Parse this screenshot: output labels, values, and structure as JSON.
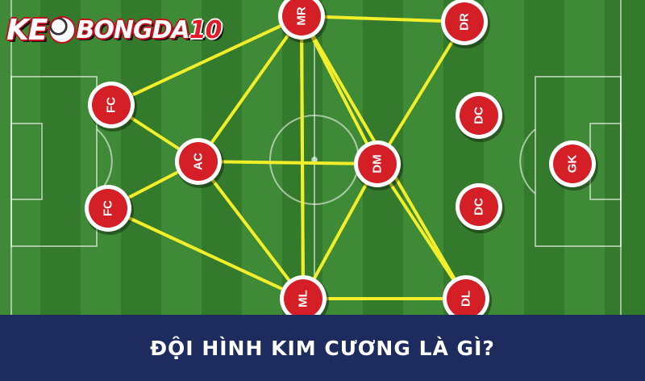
{
  "brand": {
    "part1": "KE",
    "part2": "BONGDA",
    "part3": "10"
  },
  "title": "ĐỘI HÌNH KIM CƯƠNG LÀ GÌ?",
  "players": [
    {
      "id": "FC1",
      "label": "FC"
    },
    {
      "id": "FC2",
      "label": "FC"
    },
    {
      "id": "AC",
      "label": "AC"
    },
    {
      "id": "MR",
      "label": "MR"
    },
    {
      "id": "ML",
      "label": "ML"
    },
    {
      "id": "DM",
      "label": "DM"
    },
    {
      "id": "DR",
      "label": "DR"
    },
    {
      "id": "DC1",
      "label": "DC"
    },
    {
      "id": "DC2",
      "label": "DC"
    },
    {
      "id": "DL",
      "label": "DL"
    },
    {
      "id": "GK",
      "label": "GK"
    }
  ],
  "links": [
    [
      "FC1",
      "MR"
    ],
    [
      "FC1",
      "AC"
    ],
    [
      "FC2",
      "AC"
    ],
    [
      "FC2",
      "ML"
    ],
    [
      "AC",
      "MR"
    ],
    [
      "AC",
      "ML"
    ],
    [
      "AC",
      "DM"
    ],
    [
      "MR",
      "ML"
    ],
    [
      "MR",
      "DM"
    ],
    [
      "MR",
      "DR"
    ],
    [
      "MR",
      "DL"
    ],
    [
      "ML",
      "DM"
    ],
    [
      "ML",
      "DL"
    ],
    [
      "ML",
      "MR"
    ],
    [
      "DM",
      "DR"
    ],
    [
      "DM",
      "DL"
    ]
  ],
  "colors": {
    "pitch_light": "#3f8a36",
    "pitch_dark": "#347a2d",
    "link": "#f2ee2a",
    "player_fill": "#d51f26",
    "banner": "#1e2b5e"
  }
}
